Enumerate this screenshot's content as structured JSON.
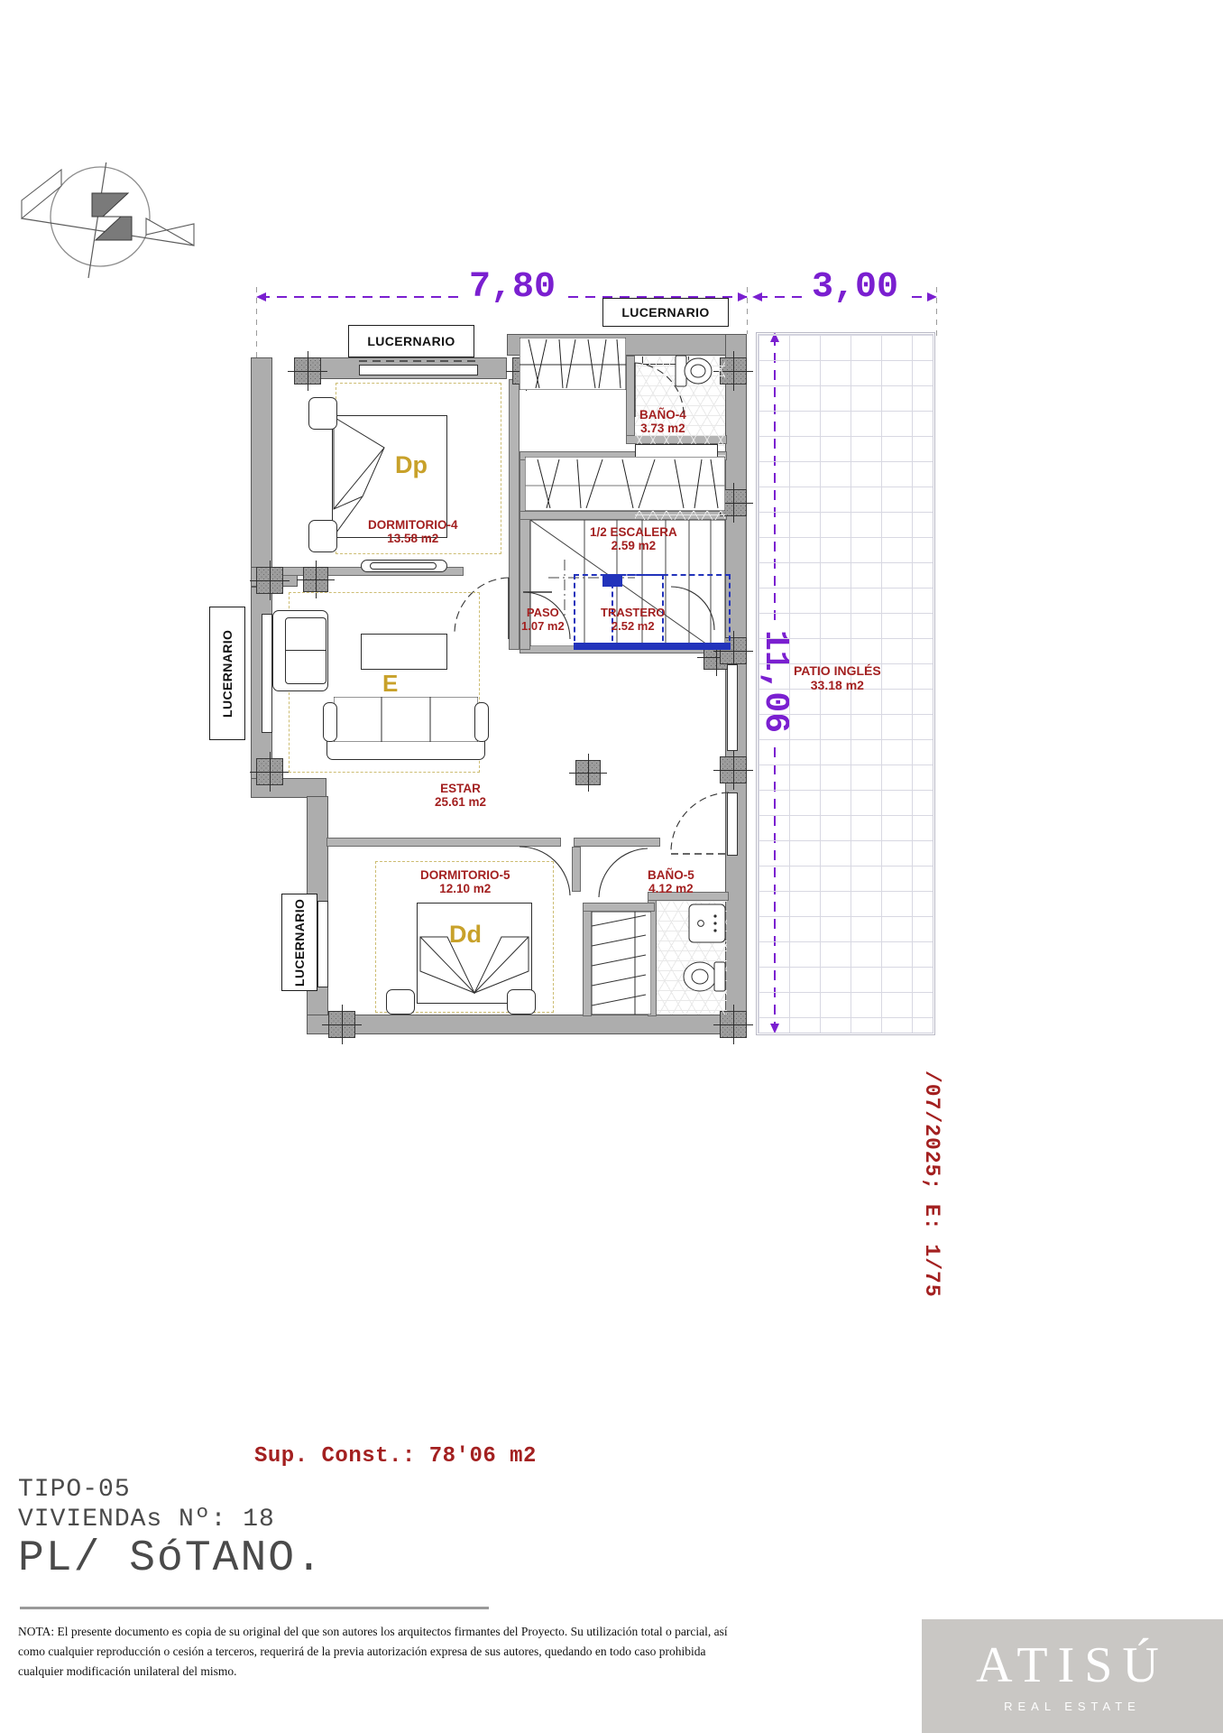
{
  "drawing": {
    "sup_const": "Sup. Const.: 78'06 m2",
    "tipo": "TIPO-05",
    "viviendas": "VIVIENDAs Nº: 18",
    "plant": "PL/ SóTANO.",
    "side_stamp": "/07/2025; E: 1/75"
  },
  "note": {
    "line1": "NOTA: El presente documento es copia de su original del que son autores los arquitectos firmantes del Proyecto. Su utilización total o parcial, así",
    "line2": "como cualquier reproducción o cesión a terceros, requerirá  de la previa autorización expresa de sus autores, quedando en todo caso prohibida",
    "line3": "cualquier modificación unilateral del mismo."
  },
  "logo": {
    "name": "ATISÚ",
    "tagline": "REAL ESTATE"
  },
  "dimensions": {
    "top_left": "7,80",
    "top_right": "3,00",
    "right_vertical": "11,06"
  },
  "skylights": {
    "top_left": "LUCERNARIO",
    "top_right": "LUCERNARIO",
    "left_upper": "LUCERNARIO",
    "left_lower": "LUCERNARIO"
  },
  "rooms": [
    {
      "id": "dormitorio-4",
      "name": "DORMITORIO-4",
      "area": "13.58 m2",
      "furniture_tag": "Dp"
    },
    {
      "id": "bano-4",
      "name": "BAÑO-4",
      "area": "3.73 m2",
      "furniture_tag": ""
    },
    {
      "id": "escalera",
      "name": "1/2 ESCALERA",
      "area": "2.59 m2",
      "furniture_tag": ""
    },
    {
      "id": "paso",
      "name": "PASO",
      "area": "1.07 m2",
      "furniture_tag": ""
    },
    {
      "id": "trastero",
      "name": "TRASTERO",
      "area": "2.52 m2",
      "furniture_tag": ""
    },
    {
      "id": "estar",
      "name": "ESTAR",
      "area": "25.61 m2",
      "furniture_tag": "E"
    },
    {
      "id": "dormitorio-5",
      "name": "DORMITORIO-5",
      "area": "12.10 m2",
      "furniture_tag": "Dd"
    },
    {
      "id": "bano-5",
      "name": "BAÑO-5",
      "area": "4.12 m2",
      "furniture_tag": ""
    },
    {
      "id": "patio-ingles",
      "name": "PATIO INGLÉS",
      "area": "33.18 m2",
      "furniture_tag": ""
    }
  ],
  "colors": {
    "dimension": "#7a1fd0",
    "room_label": "#a32020",
    "furniture_label": "#c8a12a",
    "wall": "#adadad",
    "blue_dashed": "#2233bb"
  }
}
